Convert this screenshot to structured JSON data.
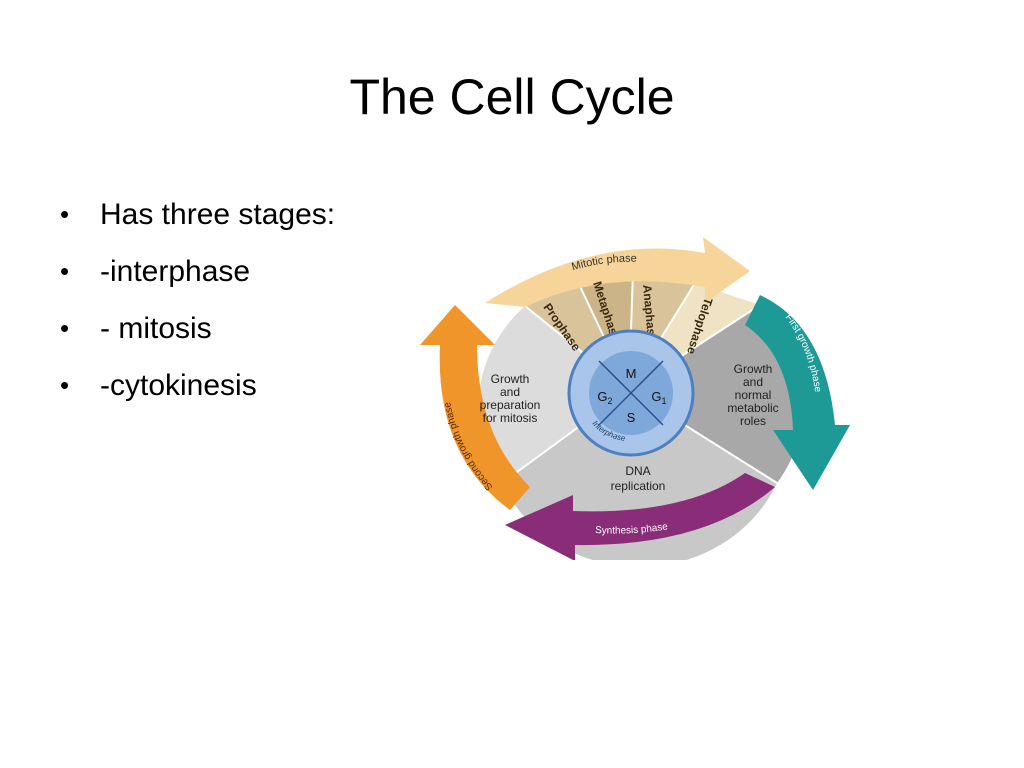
{
  "slide": {
    "title": "The Cell Cycle",
    "bullets": [
      "Has three stages:",
      "-interphase",
      "- mitosis",
      "-cytokinesis"
    ]
  },
  "diagram": {
    "mitotic_phase_label": "Mitotic phase",
    "stages": {
      "prophase": "Prophase",
      "metaphase": "Metaphase",
      "anaphase": "Anaphase",
      "telophase": "Telophase"
    },
    "segments": {
      "left": [
        "Growth",
        "and",
        "preparation",
        "for mitosis"
      ],
      "right": [
        "Growth",
        "and",
        "normal",
        "metabolic",
        "roles"
      ],
      "bottom": [
        "DNA",
        "replication"
      ]
    },
    "center": {
      "m": "M",
      "g1": "G",
      "g1_sub": "1",
      "g2": "G",
      "g2_sub": "2",
      "s": "S",
      "interphase": "Interphase"
    },
    "arrows": {
      "first_growth": "First growth phase",
      "second_growth": "Second growth phase",
      "synthesis": "Synthesis phase"
    },
    "colors": {
      "mitotic_arrow": "#f7d49a",
      "mitotic_sectors": "#d8c39a",
      "telophase_sector": "#efe3c4",
      "first_growth_arrow": "#1e9a96",
      "second_growth_arrow": "#f0952a",
      "synthesis_arrow": "#8a2d78",
      "gray_light": "#dcdcdc",
      "gray_mid": "#c8c8c8",
      "gray_dark": "#a8a8a8",
      "center_blue": "#7fa8da",
      "center_ring": "#4e7fbf"
    }
  }
}
